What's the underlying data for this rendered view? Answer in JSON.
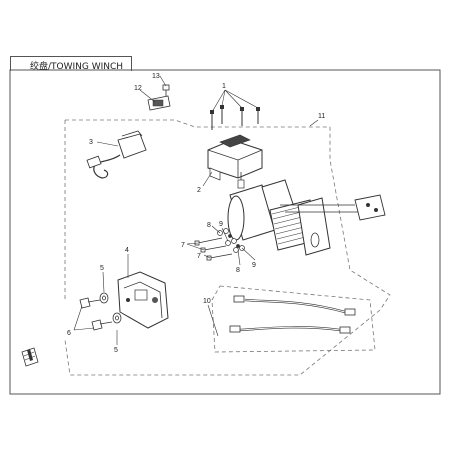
{
  "title": "绞盘/TOWING WINCH",
  "callouts": {
    "c1": "1",
    "c2": "2",
    "c3": "3",
    "c4": "4",
    "c5a": "5",
    "c5b": "5",
    "c6": "6",
    "c7a": "7",
    "c7b": "7",
    "c8a": "8",
    "c8b": "8",
    "c9a": "9",
    "c9b": "9",
    "c10": "10",
    "c11": "11",
    "c12": "12",
    "c13": "13"
  },
  "colors": {
    "line": "#333333",
    "frame": "#555555",
    "dash": "#666666"
  }
}
